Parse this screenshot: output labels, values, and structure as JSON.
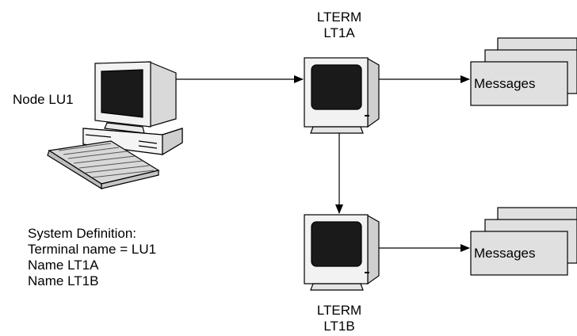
{
  "node_label": "Node LU1",
  "lterm_top": {
    "line1": "LTERM",
    "line2": "LT1A"
  },
  "lterm_bottom": {
    "line1": "LTERM",
    "line2": "LT1B"
  },
  "message_queue_top": {
    "label": "Messages"
  },
  "message_queue_bottom": {
    "label": "Messages"
  },
  "system_definition": {
    "heading": "System Definition:",
    "lines": [
      "Terminal name = LU1",
      "Name LT1A",
      "Name LT1B"
    ]
  },
  "colors": {
    "stroke": "#000000",
    "screen": "#1a1a1a",
    "box_fill": "#e0e0e0",
    "monitor_fill": "#f2f2f2",
    "keyboard_fill": "#d8d8d8"
  }
}
